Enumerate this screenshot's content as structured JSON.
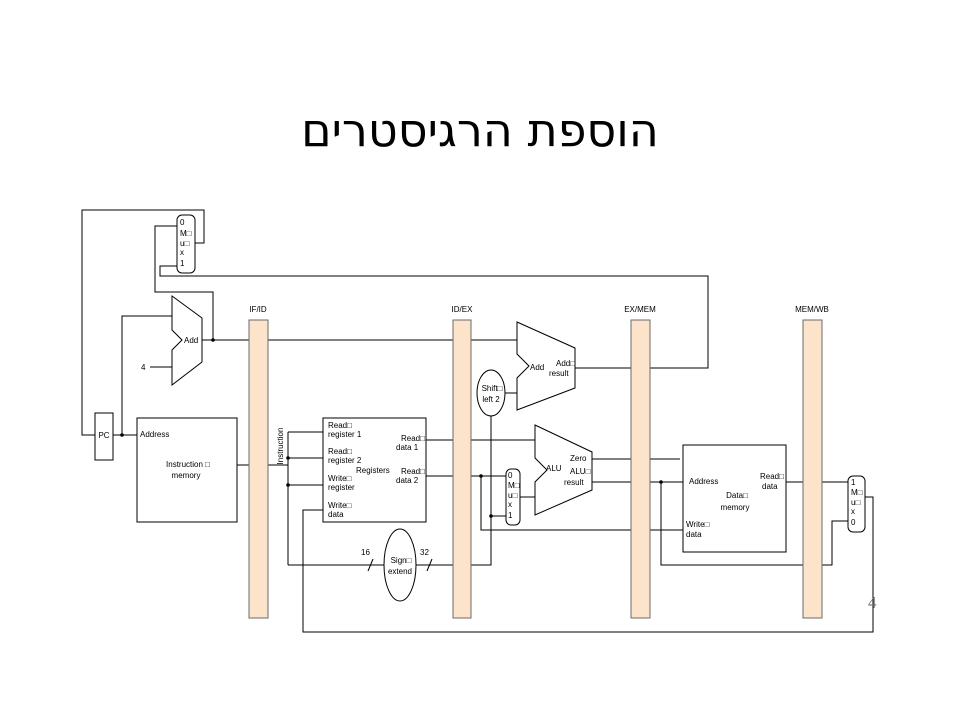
{
  "slide": {
    "title": "הוספת הרגיסטרים",
    "page_number": "4"
  },
  "diagram": {
    "pipeline_registers": {
      "if_id": "IF/ID",
      "id_ex": "ID/EX",
      "ex_mem": "EX/MEM",
      "mem_wb": "MEM/WB"
    },
    "pc": "PC",
    "constant_four": "4",
    "pc_adder": "Add",
    "pc_mux": [
      "0",
      "M□",
      "u□",
      "x",
      "1"
    ],
    "instruction_memory": {
      "address": "Address",
      "name": [
        "Instruction □",
        "memory"
      ]
    },
    "instruction_bus": "Instruction",
    "registers": {
      "read_register_1": [
        "Read□",
        "register 1"
      ],
      "read_register_2": [
        "Read□",
        "register 2"
      ],
      "name": "Registers",
      "write_register": [
        "Write□",
        "register"
      ],
      "write_data": [
        "Write□",
        "data"
      ],
      "read_data_1": [
        "Read□",
        "data 1"
      ],
      "read_data_2": [
        "Read□",
        "data 2"
      ]
    },
    "sign_extend": {
      "name": [
        "Sign□",
        "extend"
      ],
      "in_width": "16",
      "out_width": "32"
    },
    "shift_left_2": [
      "Shift□",
      "left 2"
    ],
    "branch_adder": {
      "name": "Add",
      "result": [
        "Add□",
        "result"
      ]
    },
    "alu_mux": [
      "0",
      "M□",
      "u□",
      "x",
      "1"
    ],
    "alu": {
      "name": "ALU",
      "zero": "Zero",
      "result": [
        "ALU□",
        "result"
      ]
    },
    "data_memory": {
      "address": "Address",
      "read_data": [
        "Read□",
        "data"
      ],
      "name": [
        "Data□",
        "memory"
      ],
      "write_data": [
        "Write□",
        "data"
      ]
    },
    "wb_mux": [
      "1",
      "M□",
      "u□",
      "x",
      "0"
    ],
    "colors": {
      "pipeline_register_fill": "#FCE3C9"
    }
  }
}
